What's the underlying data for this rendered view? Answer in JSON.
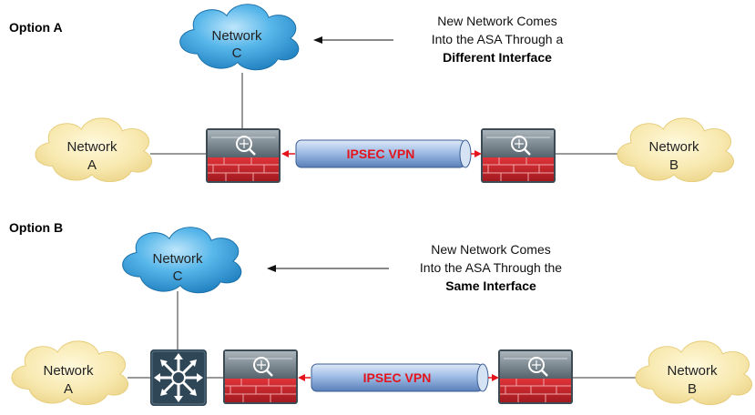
{
  "option_a": {
    "heading": "Option A",
    "cloud_network_a": [
      "Network",
      "A"
    ],
    "cloud_network_b": [
      "Network",
      "B"
    ],
    "cloud_network_c": [
      "Network",
      "C"
    ],
    "vpn_label": "IPSEC VPN",
    "note_lines": [
      "New Network Comes",
      "Into the ASA Through a"
    ],
    "note_bold": "Different Interface"
  },
  "option_b": {
    "heading": "Option B",
    "cloud_network_a": [
      "Network",
      "A"
    ],
    "cloud_network_b": [
      "Network",
      "B"
    ],
    "cloud_network_c": [
      "Network",
      "C"
    ],
    "vpn_label": "IPSEC VPN",
    "note_lines": [
      "New Network Comes",
      "Into the ASA Through the"
    ],
    "note_bold": "Same Interface"
  },
  "colors": {
    "cloud_yellow": "#f7e6a6",
    "cloud_blue": "#2e9bd6",
    "firewall_red": "#c8242b",
    "firewall_top": "#7a8790",
    "switch_dark": "#2f4656",
    "tunnel_blue": "#9bbbe3",
    "arrow_red": "#e3141b"
  },
  "icons": [
    "firewall-icon",
    "layer3-switch-icon",
    "cloud-icon"
  ]
}
